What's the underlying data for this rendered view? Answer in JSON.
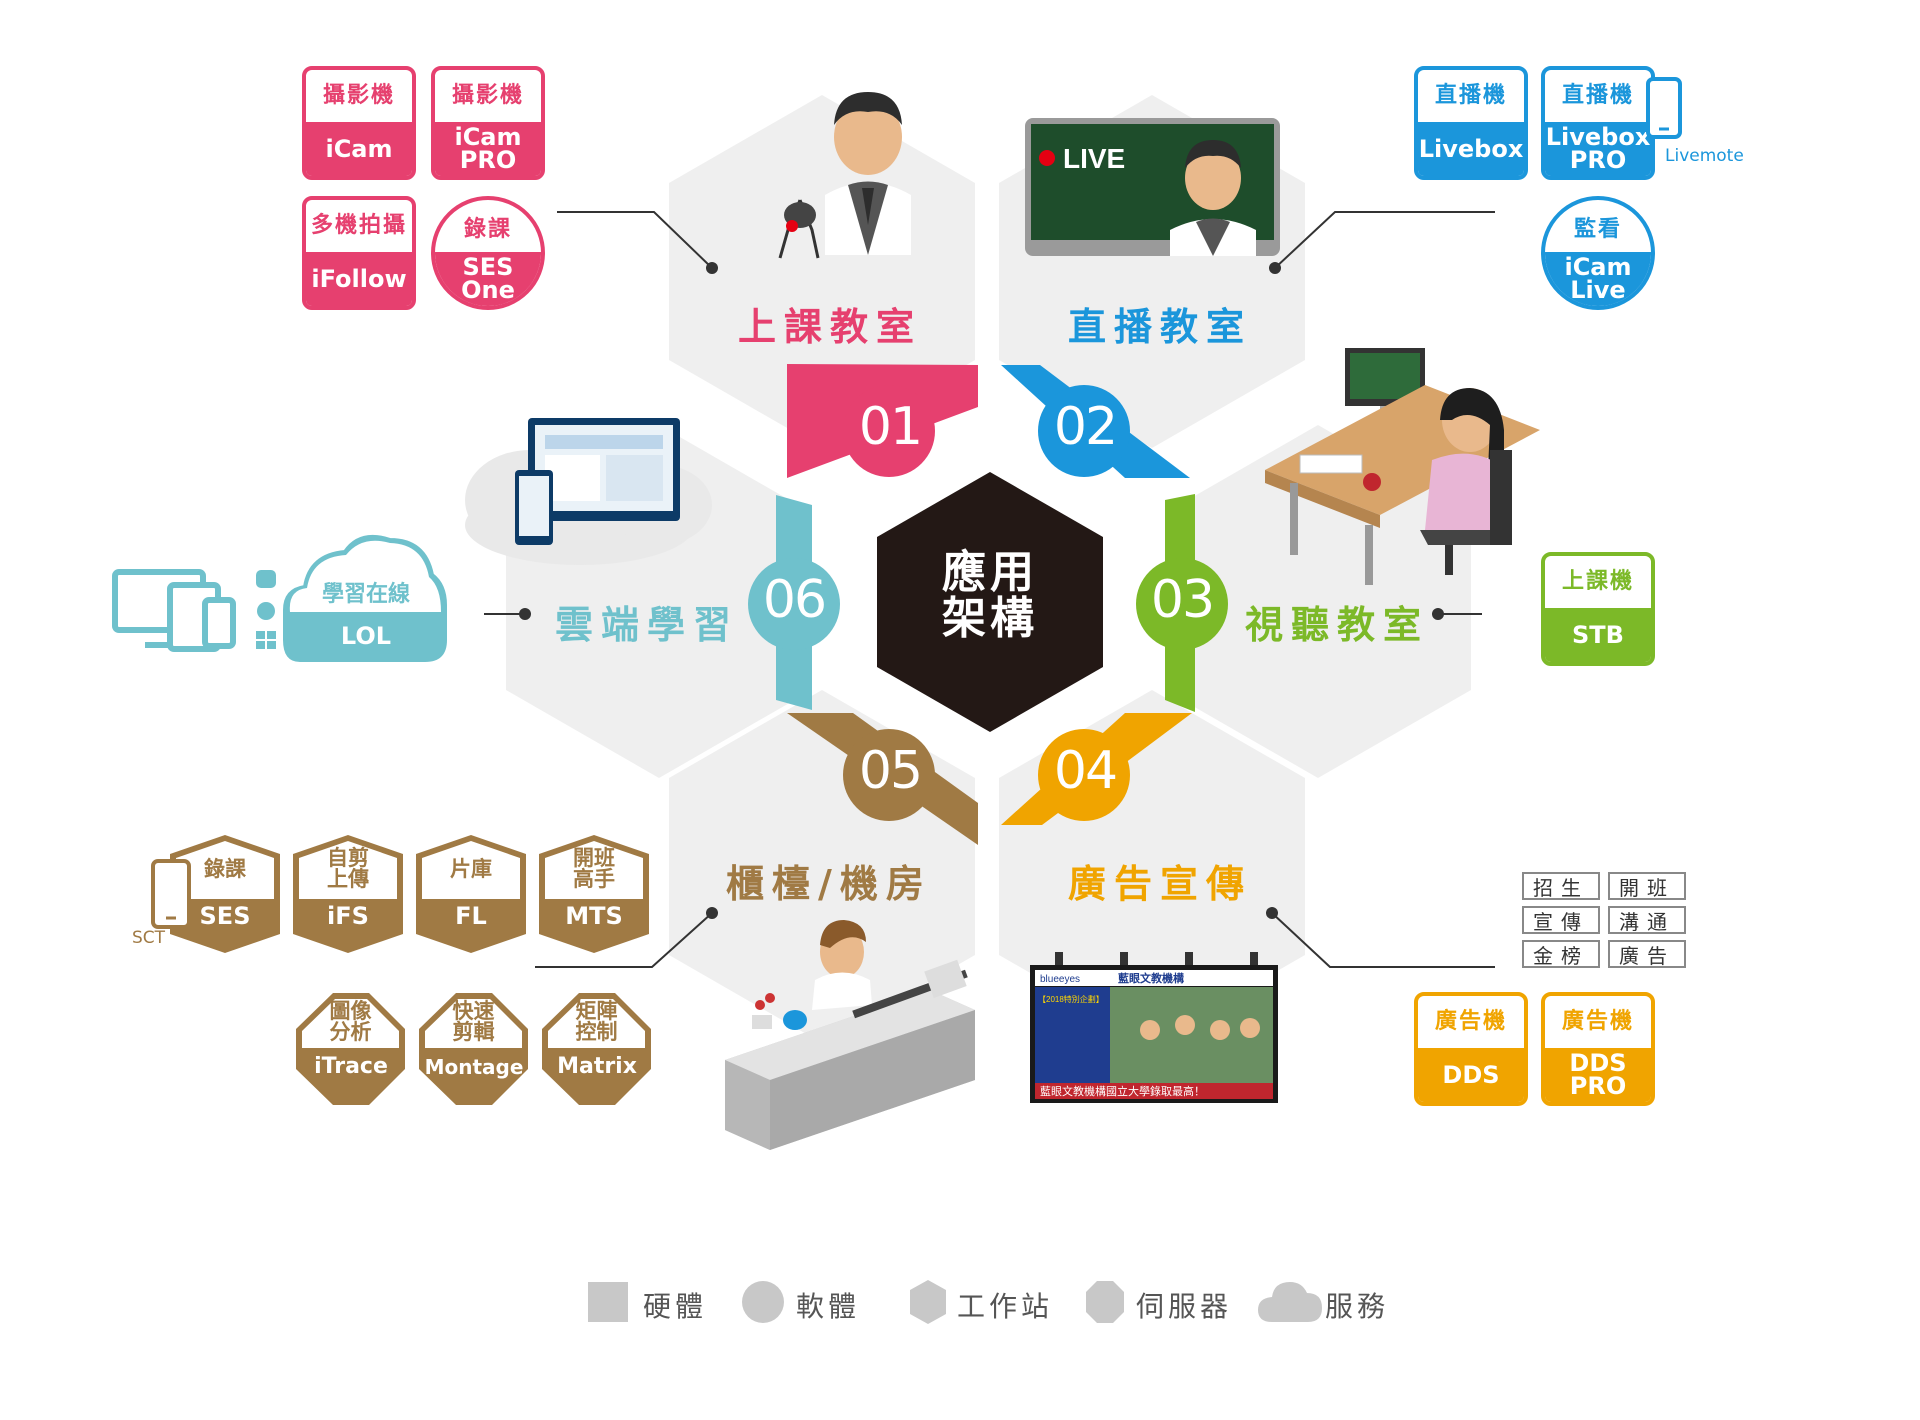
{
  "center": {
    "line1": "應用",
    "line2": "架構"
  },
  "segments": [
    {
      "num": "01",
      "label": "上課教室",
      "color": "#e6406f"
    },
    {
      "num": "02",
      "label": "直播教室",
      "color": "#1b96db"
    },
    {
      "num": "03",
      "label": "視聽教室",
      "color": "#7cb928"
    },
    {
      "num": "04",
      "label": "廣告宣傳",
      "color": "#f0a400"
    },
    {
      "num": "05",
      "label": "櫃檯/機房",
      "color": "#a07a44"
    },
    {
      "num": "06",
      "label": "雲端學習",
      "color": "#6fc1cc"
    }
  ],
  "classroom_products": [
    {
      "top": "攝影機",
      "bottom": "iCam",
      "shape": "square"
    },
    {
      "top": "攝影機",
      "bottom": "iCam\nPRO",
      "shape": "square"
    },
    {
      "top": "多機拍攝",
      "bottom": "iFollow",
      "shape": "square"
    },
    {
      "top": "錄課",
      "bottom": "SES\nOne",
      "shape": "round"
    }
  ],
  "live_products": [
    {
      "top": "直播機",
      "bottom": "Livebox",
      "shape": "square"
    },
    {
      "top": "直播機",
      "bottom": "Livebox\nPRO",
      "shape": "square"
    },
    {
      "top": "監看",
      "bottom": "iCam\nLive",
      "shape": "round"
    }
  ],
  "livemote_label": "Livemote",
  "live_screen_text": "LIVE",
  "av_products": [
    {
      "top": "上課機",
      "bottom": "STB",
      "shape": "square"
    }
  ],
  "ad_tags": [
    "招生",
    "開班",
    "宣傳",
    "溝通",
    "金榜",
    "廣告"
  ],
  "ad_products": [
    {
      "top": "廣告機",
      "bottom": "DDS",
      "shape": "square"
    },
    {
      "top": "廣告機",
      "bottom": "DDS\nPRO",
      "shape": "square"
    }
  ],
  "ad_screen": {
    "header": "藍眼文教機構",
    "brand": "blueeyes",
    "promo_title": "【2018特別企劃】",
    "ticker": "藍眼文教機構國立大學錄取最高！"
  },
  "room_workstations": [
    {
      "top": "錄課",
      "bottom": "SES"
    },
    {
      "top": "自剪\n上傳",
      "bottom": "iFS"
    },
    {
      "top": "片庫",
      "bottom": "FL"
    },
    {
      "top": "開班\n高手",
      "bottom": "MTS"
    }
  ],
  "sct_label": "SCT",
  "room_servers": [
    {
      "top": "圖像\n分析",
      "bottom": "iTrace"
    },
    {
      "top": "快速\n剪輯",
      "bottom": "Montage"
    },
    {
      "top": "矩陣\n控制",
      "bottom": "Matrix"
    }
  ],
  "cloud_service": {
    "top": "學習在線",
    "bottom": "LOL"
  },
  "legend": [
    {
      "shape": "square",
      "label": "硬體"
    },
    {
      "shape": "circle",
      "label": "軟體"
    },
    {
      "shape": "hexagon",
      "label": "工作站"
    },
    {
      "shape": "octagon",
      "label": "伺服器"
    },
    {
      "shape": "cloud",
      "label": "服務"
    }
  ]
}
